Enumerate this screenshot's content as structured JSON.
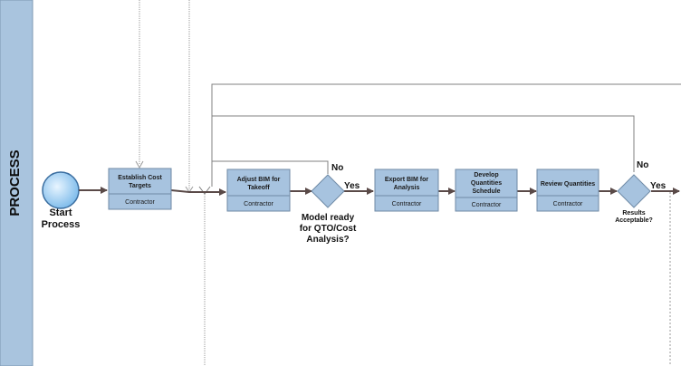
{
  "lane": {
    "label": "PROCESS"
  },
  "start_event": {
    "label_line1": "Start",
    "label_line2": "Process"
  },
  "tasks": [
    {
      "id": "establish",
      "title_line1": "Establish Cost",
      "title_line2": "Targets",
      "title_line3": "",
      "role": "Contractor"
    },
    {
      "id": "adjust",
      "title_line1": "Adjust BIM for",
      "title_line2": "Takeoff",
      "title_line3": "",
      "role": "Contractor"
    },
    {
      "id": "export",
      "title_line1": "Export BIM for",
      "title_line2": "Analysis",
      "title_line3": "",
      "role": "Contractor"
    },
    {
      "id": "develop",
      "title_line1": "Develop",
      "title_line2": "Quantities",
      "title_line3": "Schedule",
      "role": "Contractor"
    },
    {
      "id": "review",
      "title_line1": "Review Quantities",
      "title_line2": "",
      "title_line3": "",
      "role": "Contractor"
    }
  ],
  "gateway1": {
    "label_line1": "Model ready",
    "label_line2": "for QTO/Cost",
    "label_line3": "Analysis?",
    "no": "No",
    "yes": "Yes"
  },
  "gateway2": {
    "label_line1": "Results",
    "label_line2": "Acceptable?",
    "no": "No",
    "yes": "Yes"
  },
  "colors": {
    "lane_band": "#a9c4de",
    "task_fill": "#a7c3df",
    "task_border": "#6f8aa6",
    "arrow": "#5a4a48",
    "loop_line": "#808080",
    "start_fill": "#8cc6f0"
  }
}
